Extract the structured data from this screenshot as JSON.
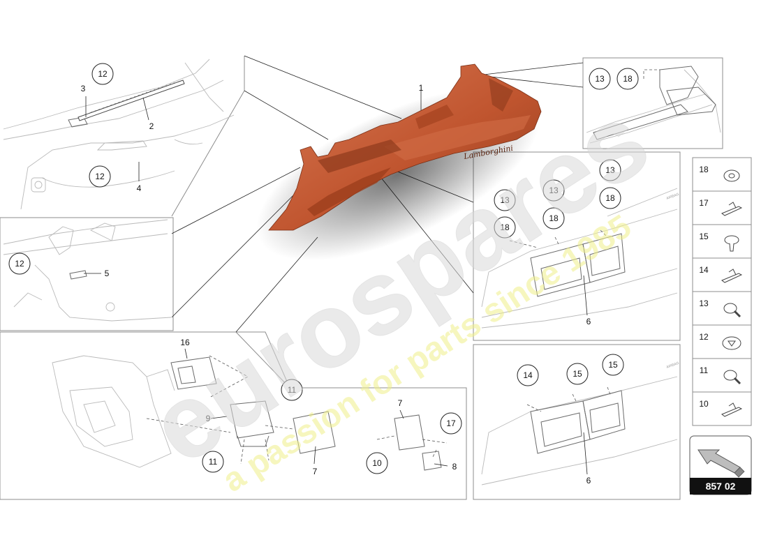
{
  "diagram": {
    "main_part": {
      "label": "1",
      "brand_script": "Lamborghini"
    },
    "callouts": [
      {
        "id": "c12a",
        "label": "12"
      },
      {
        "id": "c12b",
        "label": "12"
      },
      {
        "id": "c12c",
        "label": "12"
      },
      {
        "id": "c13tr",
        "label": "13"
      },
      {
        "id": "c18tr",
        "label": "18"
      },
      {
        "id": "c13r1",
        "label": "13"
      },
      {
        "id": "c18r1",
        "label": "18"
      },
      {
        "id": "c13r2",
        "label": "13"
      },
      {
        "id": "c18r2",
        "label": "18"
      },
      {
        "id": "c13r3",
        "label": "13"
      },
      {
        "id": "c18r3",
        "label": "18"
      },
      {
        "id": "c14",
        "label": "14"
      },
      {
        "id": "c15a",
        "label": "15"
      },
      {
        "id": "c15b",
        "label": "15"
      },
      {
        "id": "c11a",
        "label": "11"
      },
      {
        "id": "c11b",
        "label": "11"
      },
      {
        "id": "c17",
        "label": "17"
      },
      {
        "id": "c10",
        "label": "10"
      }
    ],
    "labels": [
      {
        "id": "l1",
        "label": "1"
      },
      {
        "id": "l2",
        "label": "2"
      },
      {
        "id": "l3",
        "label": "3"
      },
      {
        "id": "l4",
        "label": "4"
      },
      {
        "id": "l5",
        "label": "5"
      },
      {
        "id": "l6a",
        "label": "6"
      },
      {
        "id": "l6b",
        "label": "6"
      },
      {
        "id": "l7a",
        "label": "7"
      },
      {
        "id": "l7b",
        "label": "7"
      },
      {
        "id": "l8",
        "label": "8"
      },
      {
        "id": "l9",
        "label": "9"
      },
      {
        "id": "l16",
        "label": "16"
      }
    ],
    "fastener_legend": [
      {
        "label": "18",
        "icon": "washer-icon"
      },
      {
        "label": "17",
        "icon": "clip-icon"
      },
      {
        "label": "15",
        "icon": "screw-icon"
      },
      {
        "label": "14",
        "icon": "clip-icon"
      },
      {
        "label": "13",
        "icon": "bolt-icon"
      },
      {
        "label": "12",
        "icon": "push-nut-icon"
      },
      {
        "label": "11",
        "icon": "bolt-icon"
      },
      {
        "label": "10",
        "icon": "clip-icon"
      }
    ],
    "page_reference": "857 02",
    "airbag_text": "AIRBAG",
    "watermark": {
      "brand": "eurospares",
      "tagline": "a passion for parts since 1985",
      "color_brand": "#d9d9d9",
      "color_tagline": "#f2f29a"
    },
    "colors": {
      "part": "#c0552f",
      "part_dark": "#8e3a1c",
      "part_light": "#d97a55"
    }
  }
}
